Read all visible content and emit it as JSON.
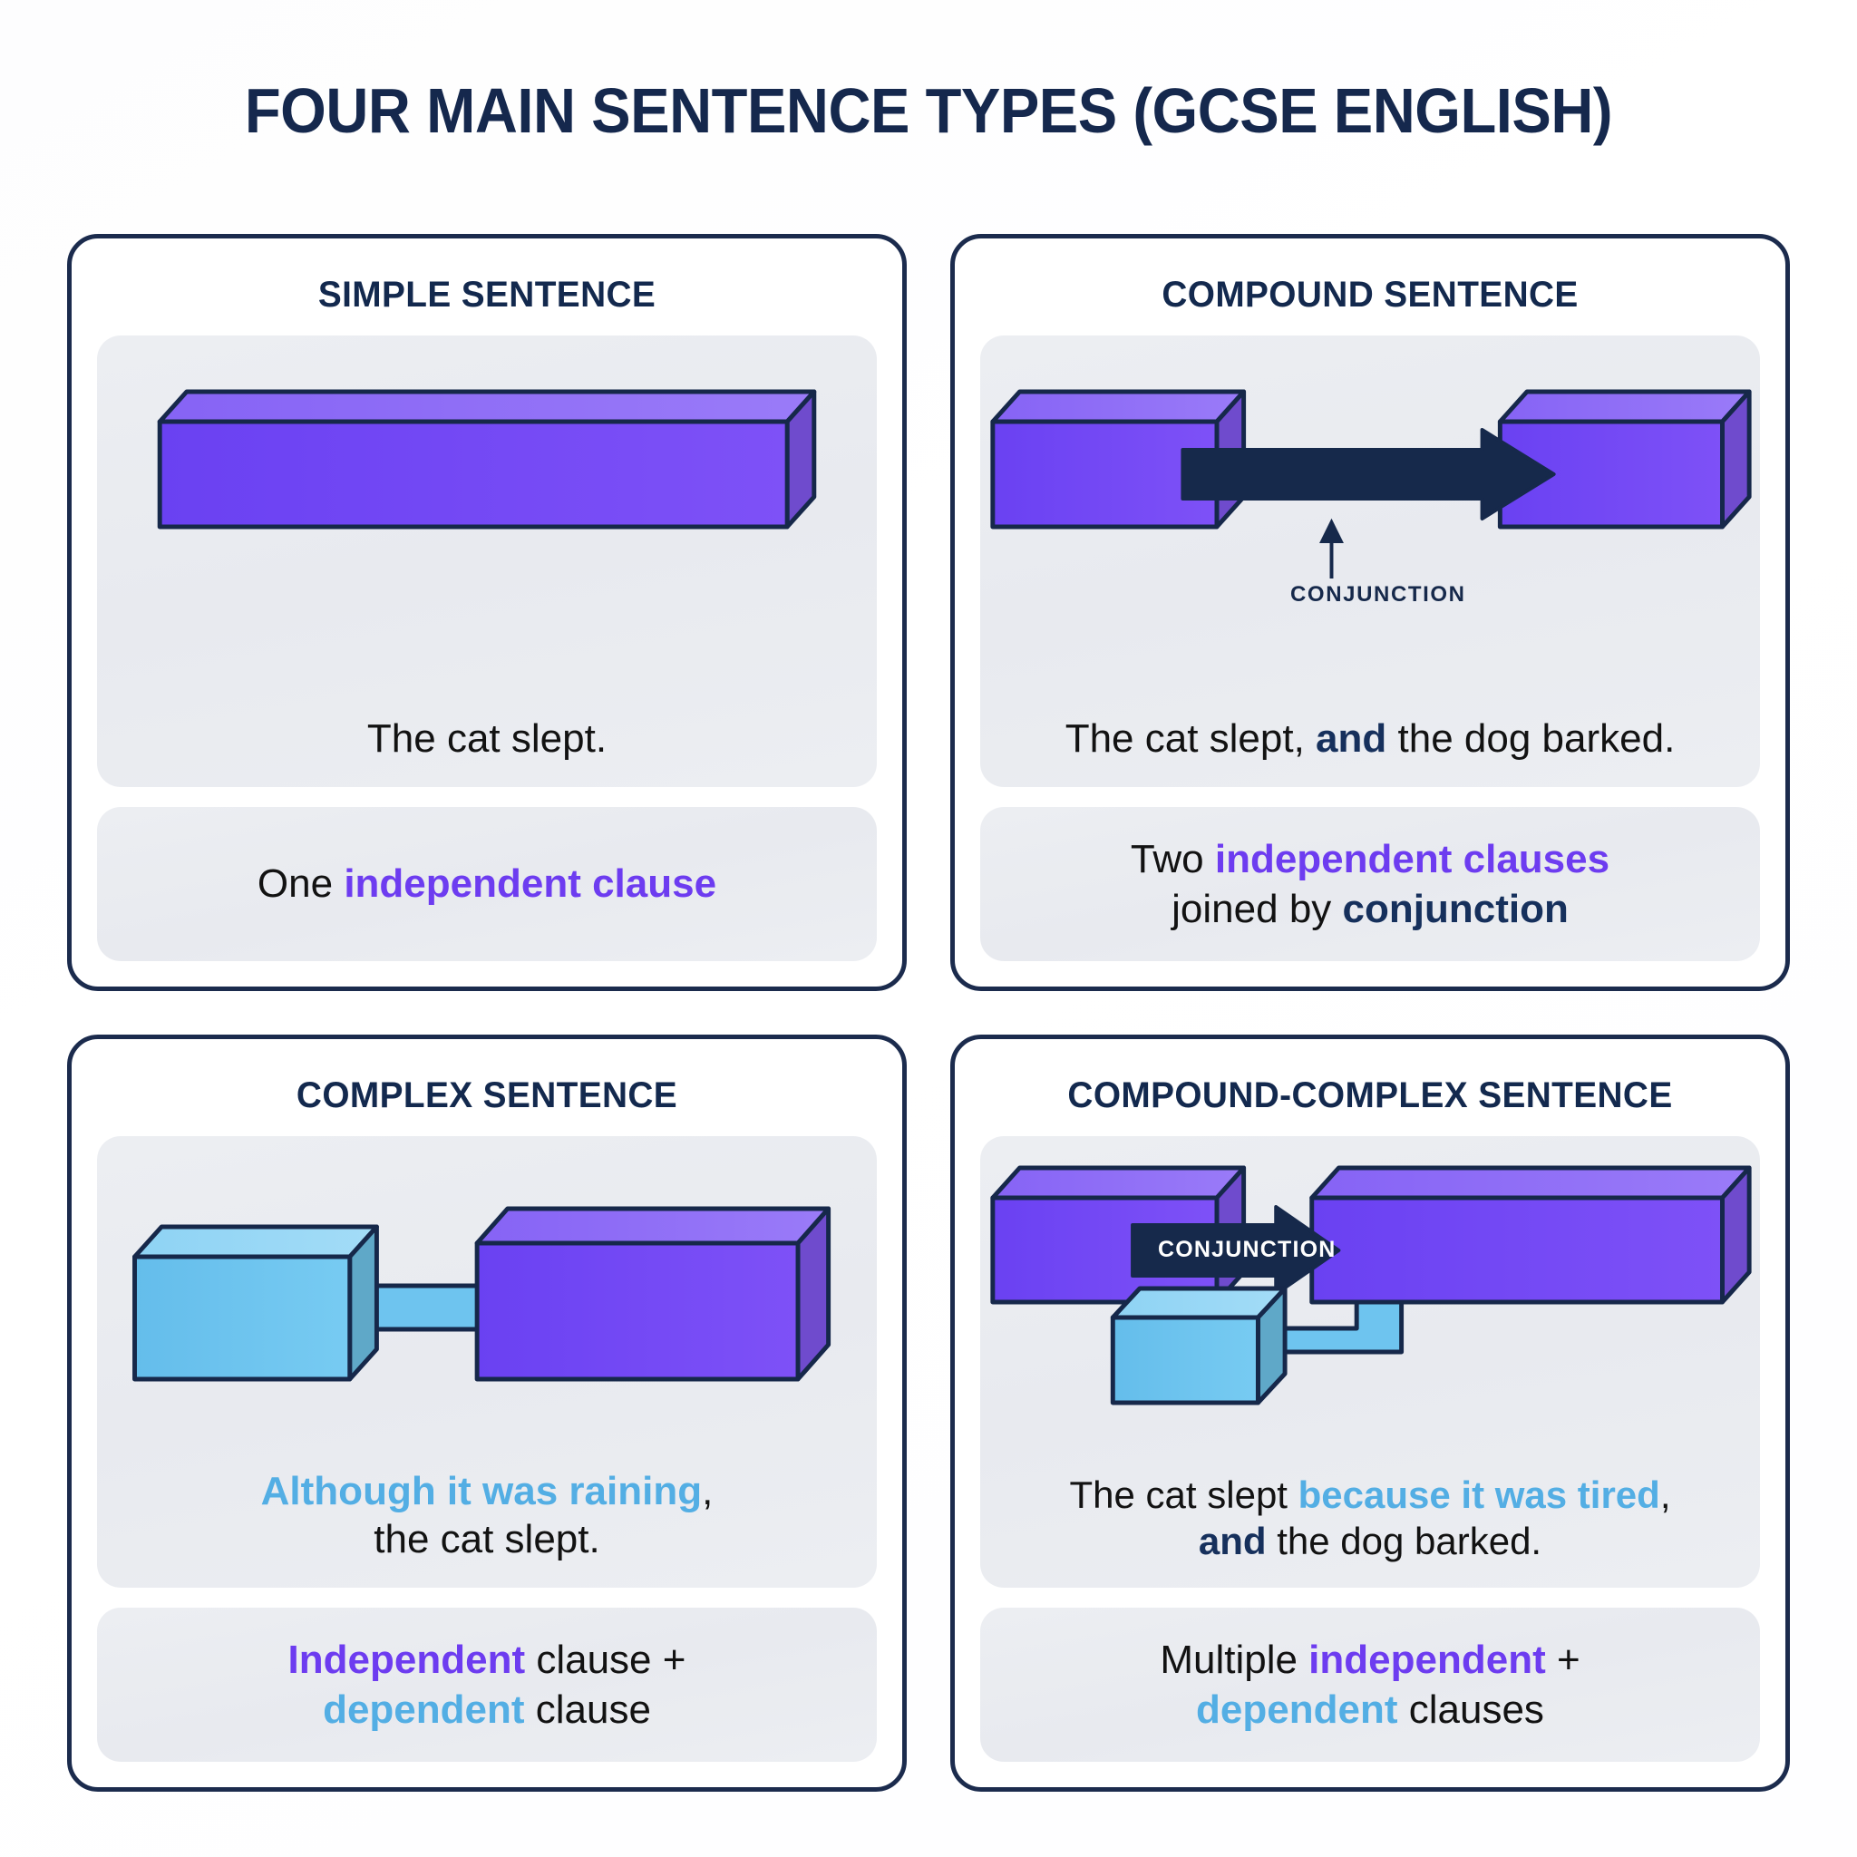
{
  "title": "FOUR MAIN SENTENCE TYPES (GCSE ENGLISH)",
  "colors": {
    "independent": "#6d3cf0",
    "dependent": "#53aee4",
    "conjunction": "#16305c",
    "panel_border": "#1b2b4d",
    "card_bg": "#eceef2",
    "title": "#13294e"
  },
  "panels": [
    {
      "id": "simple",
      "title": "SIMPLE SENTENCE",
      "example": {
        "parts": [
          {
            "text": "The cat slept.",
            "style": "plain"
          }
        ]
      },
      "description": {
        "parts": [
          {
            "text": "One ",
            "style": "plain"
          },
          {
            "text": "independent clause",
            "style": "independent"
          }
        ]
      },
      "diagram": {
        "boxes": [
          {
            "label": "independent-clause-box",
            "color": "purple"
          }
        ],
        "connectors": [],
        "annotations": []
      }
    },
    {
      "id": "compound",
      "title": "COMPOUND SENTENCE",
      "example": {
        "parts": [
          {
            "text": "The cat slept, ",
            "style": "plain"
          },
          {
            "text": "and",
            "style": "conjunction"
          },
          {
            "text": " the dog barked.",
            "style": "plain"
          }
        ]
      },
      "description": {
        "parts": [
          {
            "text": "Two ",
            "style": "plain"
          },
          {
            "text": "independent clauses",
            "style": "independent"
          },
          {
            "text": "\njoined by ",
            "style": "plain"
          },
          {
            "text": "conjunction",
            "style": "conjunction"
          }
        ]
      },
      "diagram": {
        "boxes": [
          {
            "label": "independent-clause-box-1",
            "color": "purple"
          },
          {
            "label": "independent-clause-box-2",
            "color": "purple"
          }
        ],
        "connectors": [
          {
            "label": "conjunction-arrow",
            "color": "#16294b",
            "kind": "block-arrow"
          }
        ],
        "annotations": [
          {
            "label": "CONJUNCTION",
            "style": "callout-below"
          }
        ]
      }
    },
    {
      "id": "complex",
      "title": "COMPLEX SENTENCE",
      "example": {
        "parts": [
          {
            "text": "Although it was raining",
            "style": "dependent"
          },
          {
            "text": ",\nthe cat slept.",
            "style": "plain"
          }
        ]
      },
      "description": {
        "parts": [
          {
            "text": "Independent",
            "style": "independent"
          },
          {
            "text": " clause +\n",
            "style": "plain"
          },
          {
            "text": "dependent",
            "style": "dependent"
          },
          {
            "text": " clause",
            "style": "plain"
          }
        ]
      },
      "diagram": {
        "boxes": [
          {
            "label": "dependent-clause-box",
            "color": "blue"
          },
          {
            "label": "independent-clause-box",
            "color": "purple"
          }
        ],
        "connectors": [
          {
            "label": "dependency-connector",
            "color": "#6ec4ef",
            "kind": "straight-bar"
          }
        ],
        "annotations": []
      }
    },
    {
      "id": "compound-complex",
      "title": "COMPOUND-COMPLEX SENTENCE",
      "example": {
        "parts": [
          {
            "text": "The cat slept ",
            "style": "plain"
          },
          {
            "text": "because it was tired",
            "style": "dependent"
          },
          {
            "text": ",\n",
            "style": "plain"
          },
          {
            "text": "and",
            "style": "conjunction"
          },
          {
            "text": " the dog barked.",
            "style": "plain"
          }
        ]
      },
      "description": {
        "parts": [
          {
            "text": "Multiple ",
            "style": "plain"
          },
          {
            "text": "independent",
            "style": "independent"
          },
          {
            "text": " +\n",
            "style": "plain"
          },
          {
            "text": "dependent",
            "style": "dependent"
          },
          {
            "text": " clauses",
            "style": "plain"
          }
        ]
      },
      "diagram": {
        "boxes": [
          {
            "label": "independent-clause-box-1",
            "color": "purple"
          },
          {
            "label": "independent-clause-box-2",
            "color": "purple"
          },
          {
            "label": "dependent-clause-box",
            "color": "blue"
          }
        ],
        "connectors": [
          {
            "label": "conjunction-arrow",
            "color": "#16294b",
            "kind": "block-arrow-labeled"
          },
          {
            "label": "dependency-elbow-connector",
            "color": "#6ec4ef",
            "kind": "elbow-pipe"
          }
        ],
        "annotations": [
          {
            "label": "CONJUNCTION",
            "style": "inside-arrow"
          }
        ]
      }
    }
  ]
}
